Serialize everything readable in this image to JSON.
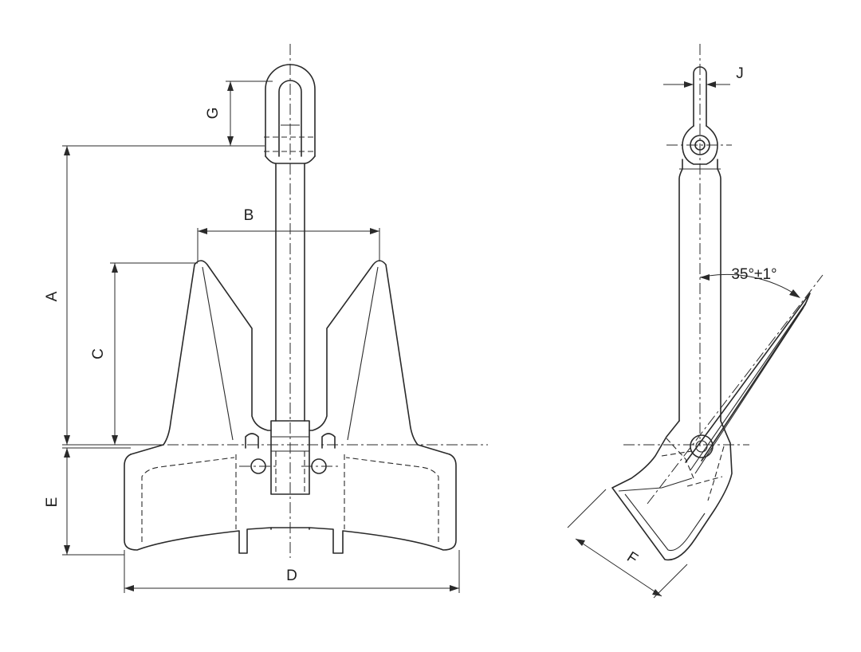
{
  "diagram": {
    "dimension_labels": {
      "A": "A",
      "B": "B",
      "C": "C",
      "D": "D",
      "E": "E",
      "F": "F",
      "G": "G",
      "J": "J"
    },
    "angle_label": "35°±1°"
  }
}
